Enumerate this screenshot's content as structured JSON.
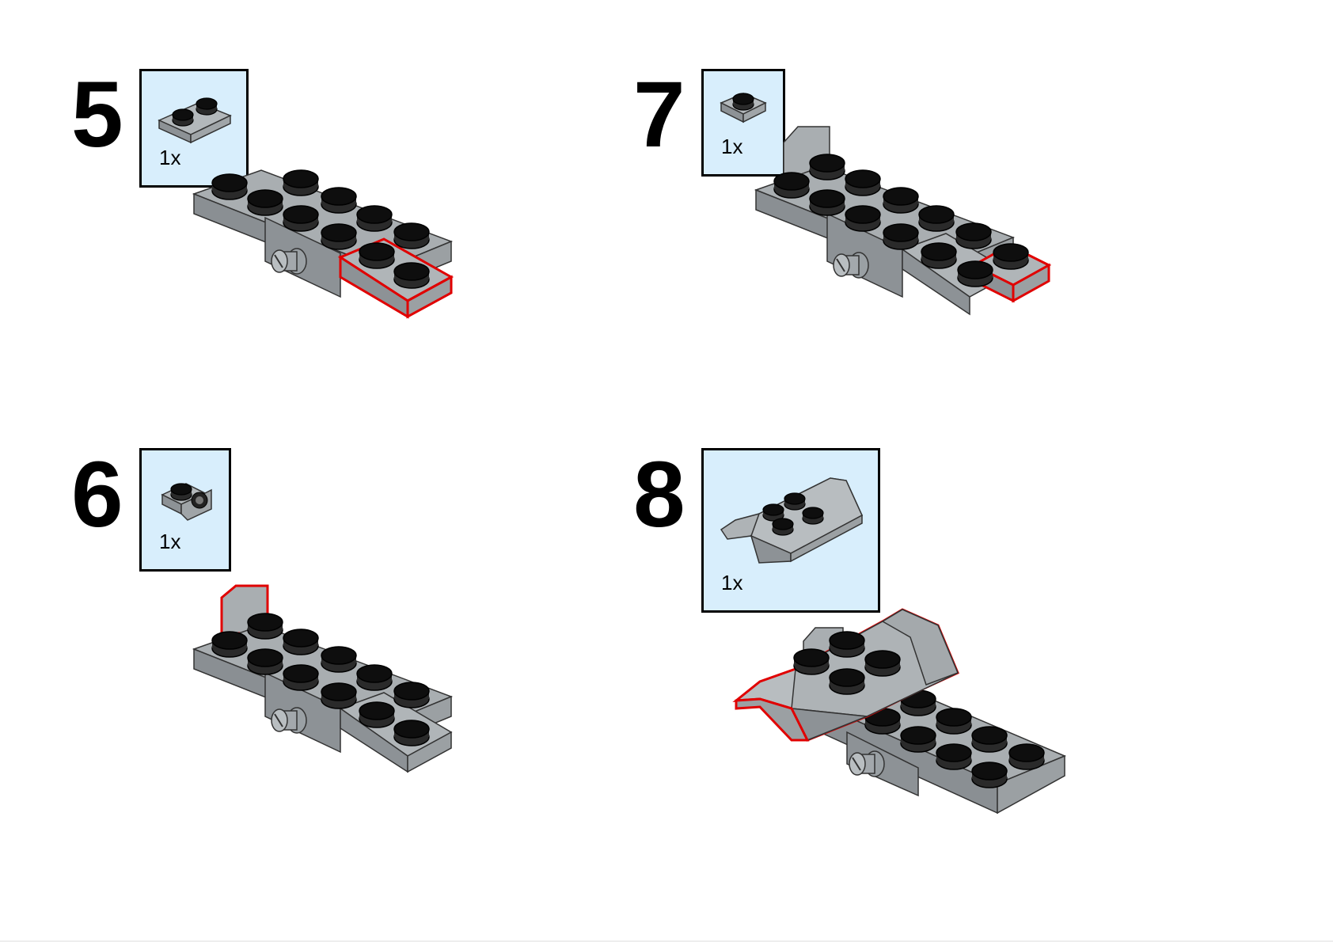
{
  "steps": [
    {
      "number": "5",
      "part_qty": "1x",
      "part_icon": "plate-1x2-icon",
      "assembly_icon": "assembly-step-5-icon"
    },
    {
      "number": "6",
      "part_qty": "1x",
      "part_icon": "bracket-1x1-icon",
      "assembly_icon": "assembly-step-6-icon"
    },
    {
      "number": "7",
      "part_qty": "1x",
      "part_icon": "plate-1x1-icon",
      "assembly_icon": "assembly-step-7-icon"
    },
    {
      "number": "8",
      "part_qty": "1x",
      "part_icon": "slope-curved-plate-icon",
      "assembly_icon": "assembly-step-8-icon"
    }
  ],
  "colors": {
    "part_box_bg": "#d8eefc",
    "brick_gray": "#a3a8ac",
    "brick_dark": "#7e8387",
    "stud_black": "#111111",
    "highlight_red": "#e00000"
  }
}
